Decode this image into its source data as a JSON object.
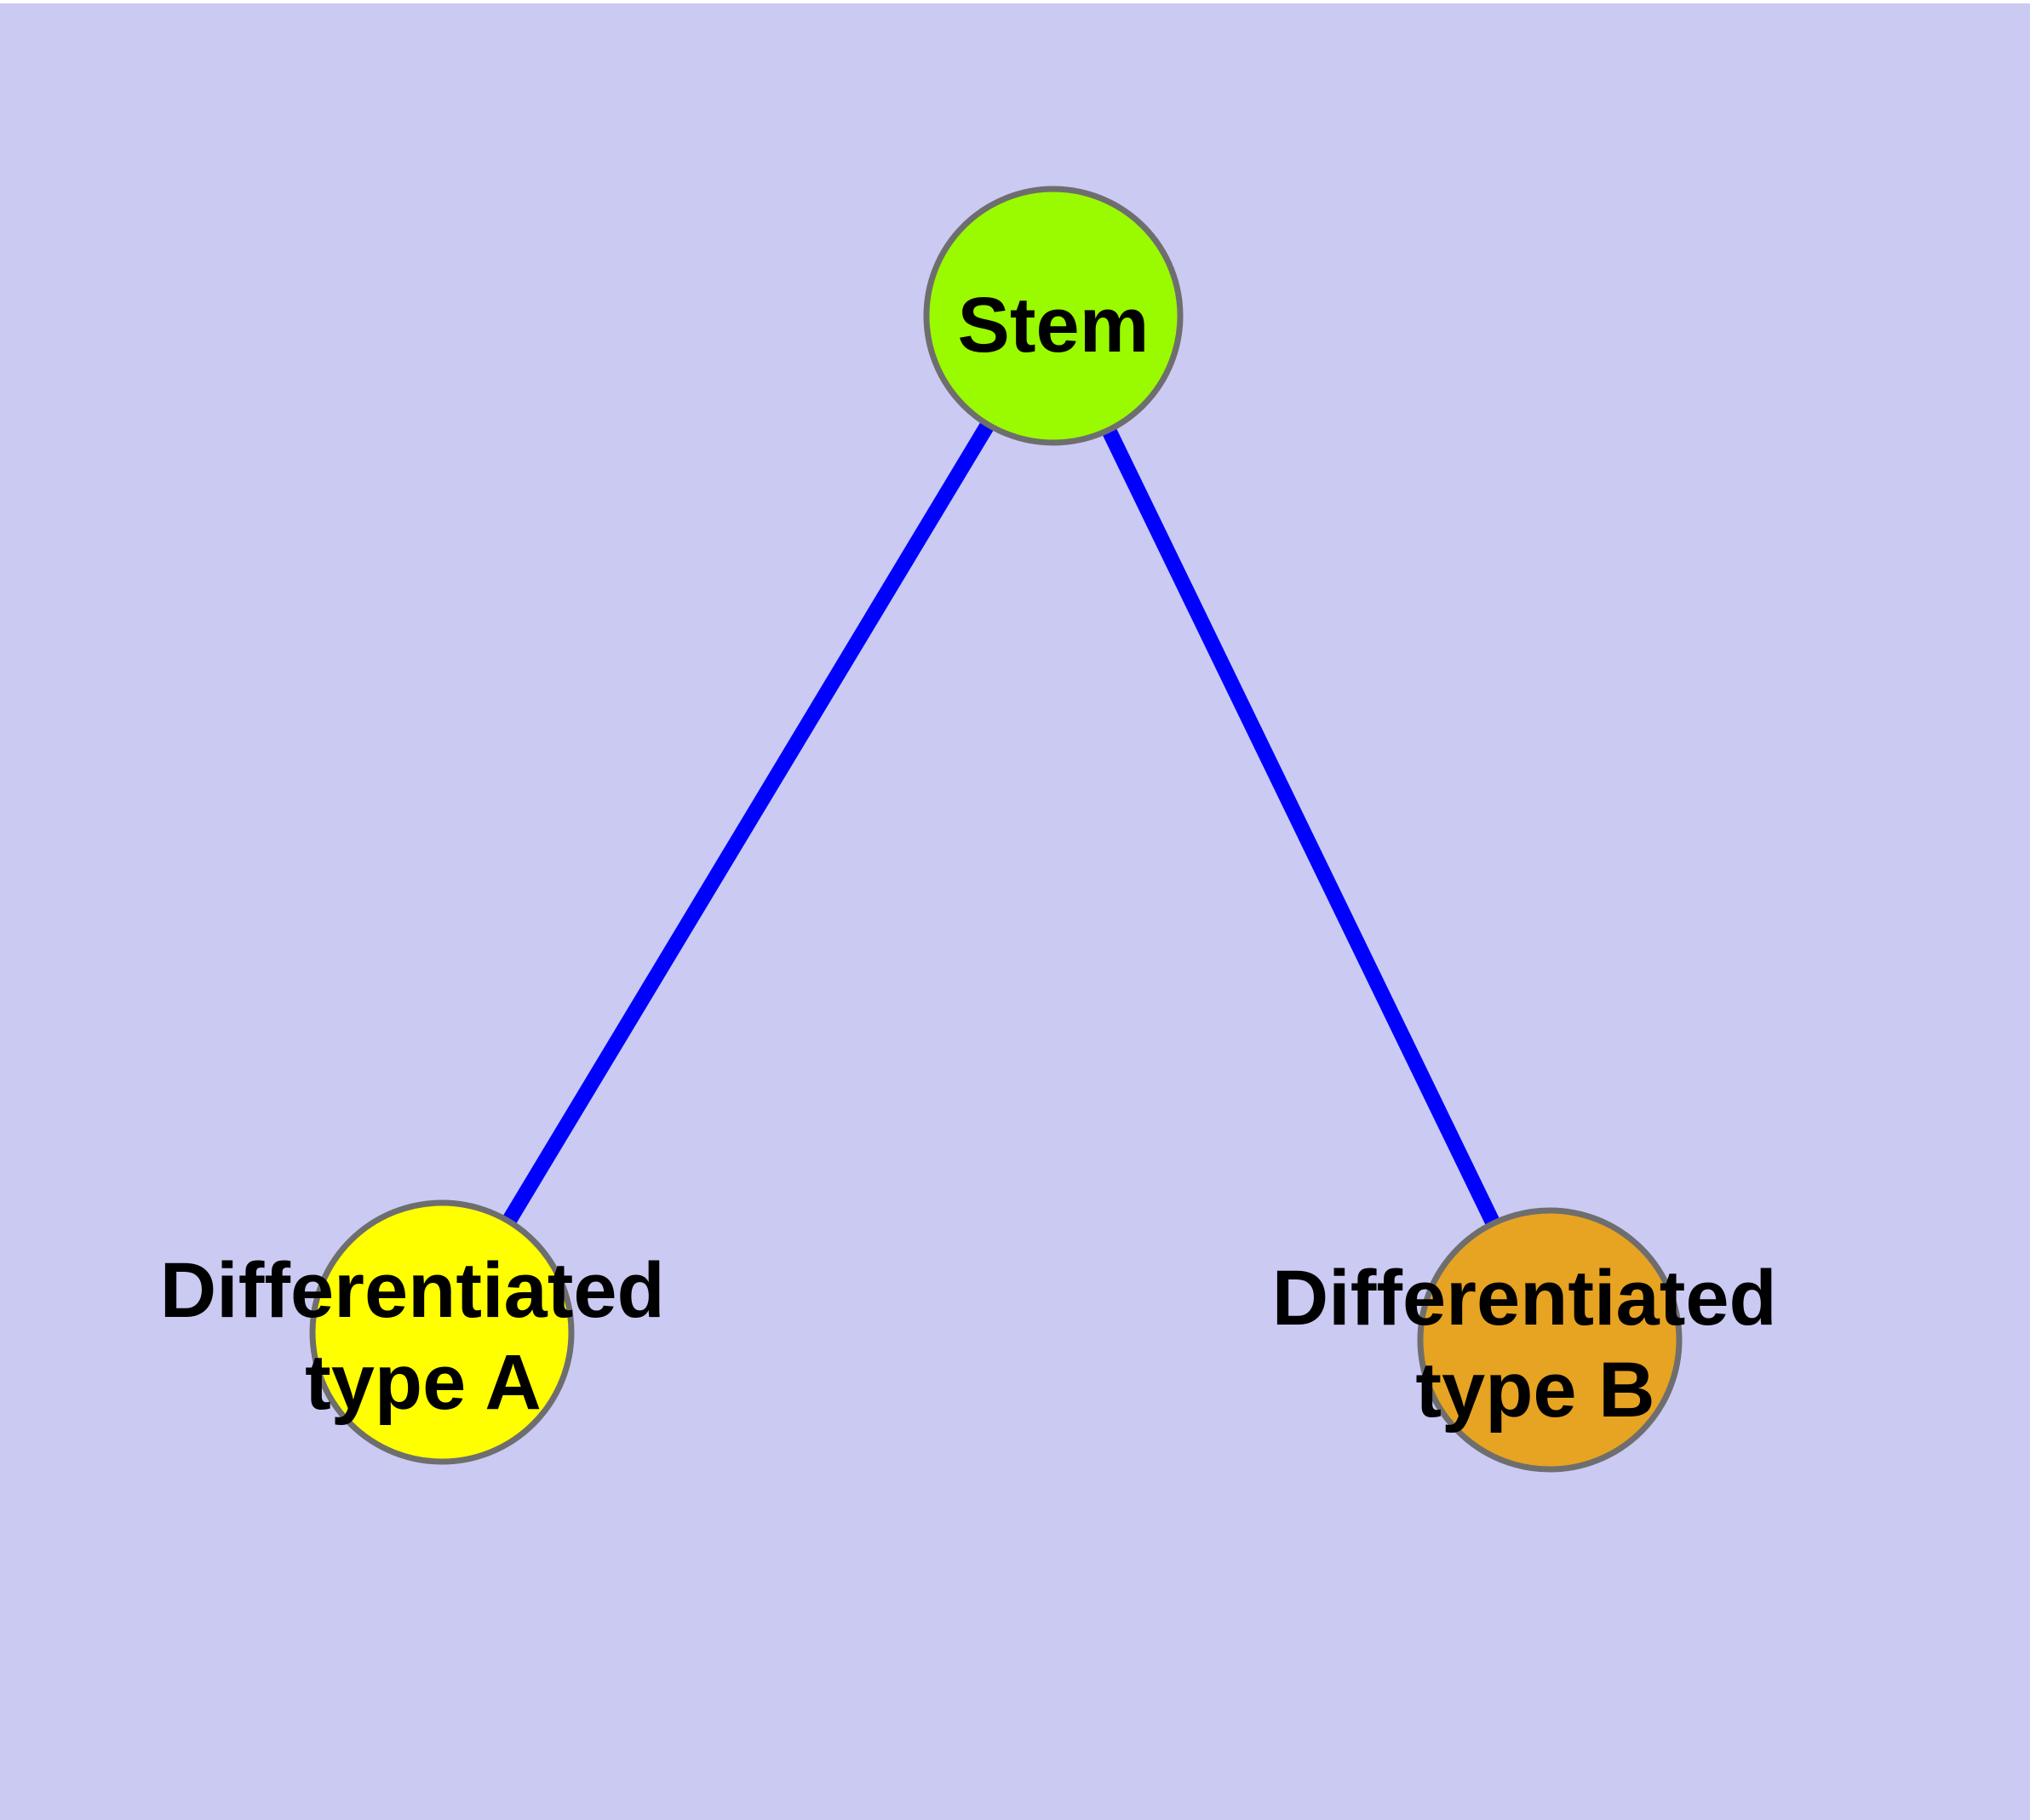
{
  "canvas": {
    "background": "#CACAF3",
    "top_strip": "#FFFFFF"
  },
  "diagram": {
    "type": "node-link-tree",
    "edge_color": "#0000FF",
    "node_border_color": "#6E6E6E",
    "text_color": "#000000",
    "nodes": [
      {
        "id": "stem",
        "label": "Stem",
        "label_lines": [
          "Stem"
        ],
        "fill": "#9AFA00",
        "border": "#6E6E6E"
      },
      {
        "id": "differentiated-type-a",
        "label": "Differentiated type A",
        "label_lines": [
          "Differentiated",
          "type A"
        ],
        "fill": "#FFFF00",
        "border": "#6E6E6E"
      },
      {
        "id": "differentiated-type-b",
        "label": "Differentiated type B",
        "label_lines": [
          "Differentiated",
          "type B"
        ],
        "fill": "#E7A322",
        "border": "#6E6E6E"
      }
    ],
    "edges": [
      {
        "from": "stem",
        "to": "differentiated-type-a",
        "color": "#0000FF"
      },
      {
        "from": "stem",
        "to": "differentiated-type-b",
        "color": "#0000FF"
      }
    ]
  }
}
